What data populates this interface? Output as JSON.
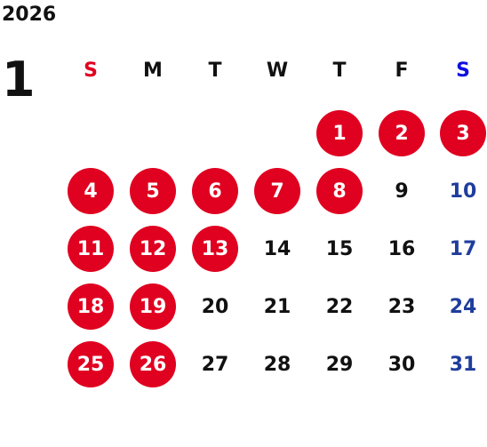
{
  "calendar": {
    "year": "2026",
    "month": "1",
    "weekdays": [
      "S",
      "M",
      "T",
      "W",
      "T",
      "F",
      "S"
    ],
    "first_weekday_index": 4,
    "days_in_month": 31,
    "marked_days": [
      1,
      2,
      3,
      4,
      5,
      6,
      7,
      8,
      11,
      12,
      13,
      18,
      19,
      25,
      26
    ]
  },
  "colors": {
    "marked_circle": "#e00020",
    "sunday_header": "#e00020",
    "saturday_header": "#1010e0",
    "saturday_date": "#1f3d9c",
    "default_text": "#111111",
    "marked_text": "#ffffff"
  }
}
